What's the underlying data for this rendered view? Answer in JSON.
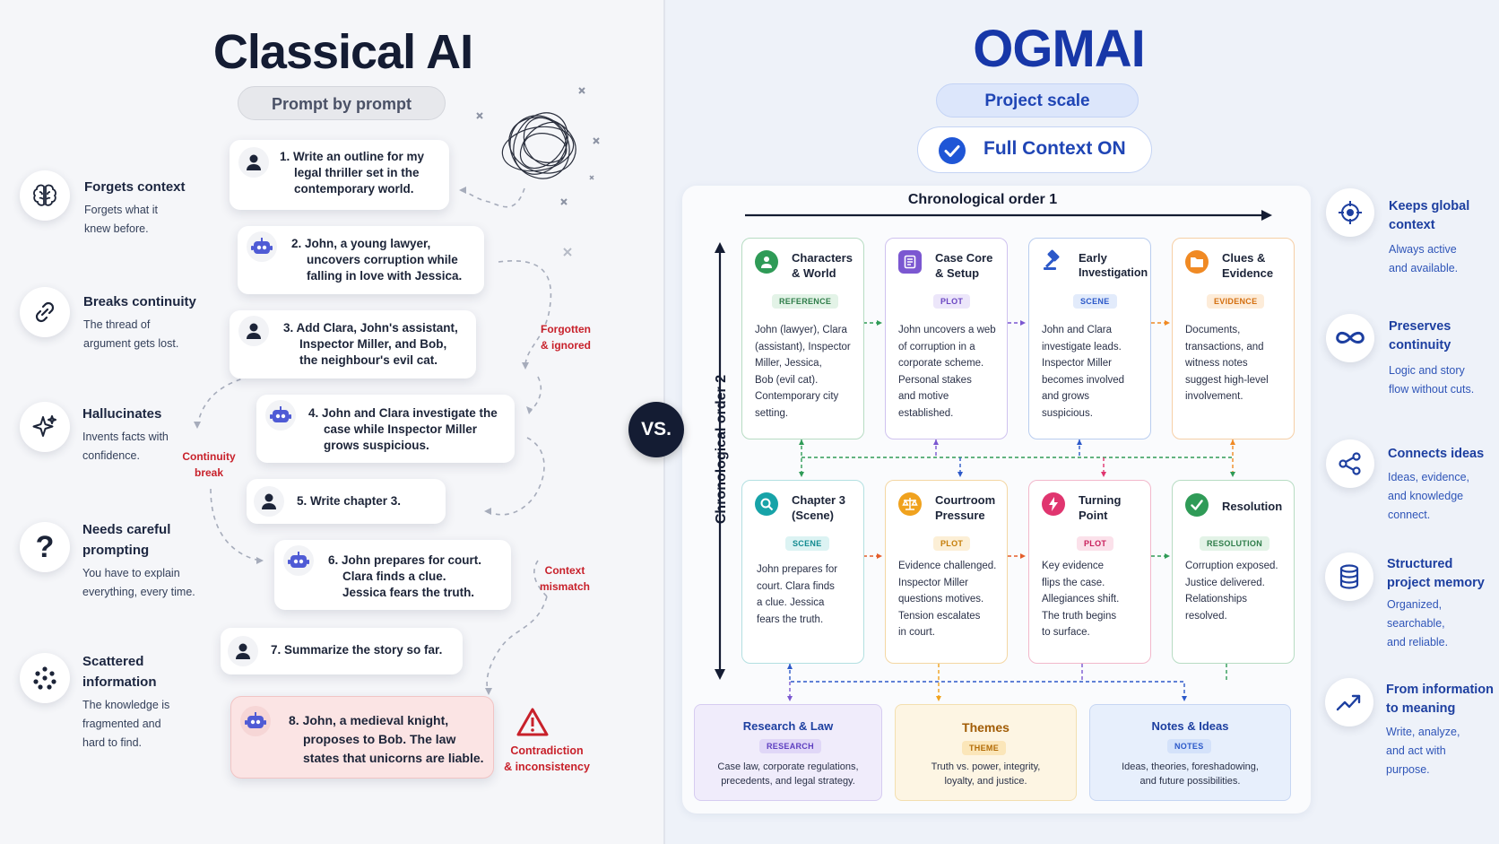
{
  "left": {
    "title": "Classical AI",
    "subtitle": "Prompt by prompt",
    "features": [
      {
        "title": "Forgets context",
        "desc1": "Forgets what it",
        "desc2": "knew before.",
        "icon": "brain-icon"
      },
      {
        "title": "Breaks continuity",
        "desc1": "The thread of",
        "desc2": "argument gets lost.",
        "icon": "broken-link-icon"
      },
      {
        "title": "Hallucinates",
        "desc1": "Invents facts with",
        "desc2": "confidence.",
        "icon": "sparkle-icon"
      },
      {
        "title1": "Needs careful",
        "title2": "prompting",
        "desc1": "You have to explain",
        "desc2": "everything, every time.",
        "icon": "question-icon"
      },
      {
        "title1": "Scattered",
        "title2": "information",
        "desc1": "The knowledge is",
        "desc2": "fragmented and",
        "desc3": "hard to find.",
        "icon": "scatter-icon"
      }
    ],
    "prompts": [
      {
        "l1": "1. Write an outline for my",
        "l2": "legal thriller set in the",
        "l3": "contemporary world.",
        "who": "user"
      },
      {
        "l1": "2. John, a young lawyer,",
        "l2": "uncovers corruption while",
        "l3": "falling in love with Jessica.",
        "who": "bot"
      },
      {
        "l1": "3. Add Clara, John's assistant,",
        "l2": "Inspector Miller, and Bob,",
        "l3": "the neighbour's evil cat.",
        "who": "user"
      },
      {
        "l1": "4. John and Clara investigate the",
        "l2": "case while Inspector Miller",
        "l3": "grows suspicious.",
        "who": "bot"
      },
      {
        "l1": "5. Write chapter 3.",
        "who": "user"
      },
      {
        "l1": "6. John prepares for court.",
        "l2": "Clara finds a clue.",
        "l3": "Jessica fears the truth.",
        "who": "bot"
      },
      {
        "l1": "7. Summarize the story so far.",
        "who": "user"
      },
      {
        "l1": "8. John, a medieval knight,",
        "l2": "proposes to Bob. The law",
        "l3": "states that unicorns are liable.",
        "who": "bot"
      }
    ],
    "notes": {
      "forgotten1": "Forgotten",
      "forgotten2": "& ignored",
      "continuity1": "Continuity",
      "continuity2": "break",
      "context1": "Context",
      "context2": "mismatch",
      "contradiction1": "Contradiction",
      "contradiction2": "& inconsistency"
    }
  },
  "vs": "VS.",
  "right": {
    "title": "OGMAI",
    "subtitle": "Project scale",
    "context_label": "Full Context ON",
    "axis_x": "Chronological order 1",
    "axis_y": "Chronological order 2",
    "cards_top": [
      {
        "t1": "Characters",
        "t2": "& World",
        "tag": "REFERENCE",
        "body": [
          "John (lawyer), Clara",
          "(assistant), Inspector",
          "Miller, Jessica,",
          "Bob (evil cat).",
          "Contemporary city",
          "setting."
        ],
        "icon": "person-icon",
        "color": "#2f9b57",
        "border": "#b7dcc3",
        "tagbg": "#e3f3e7"
      },
      {
        "t1": "Case Core",
        "t2": "& Setup",
        "tag": "PLOT",
        "body": [
          "John uncovers a web",
          "of corruption in a",
          "corporate scheme.",
          "Personal stakes",
          "and motive",
          "established."
        ],
        "icon": "document-icon",
        "color": "#7b57d1",
        "border": "#cfc2ef",
        "tagbg": "#ece6fa"
      },
      {
        "t1": "Early",
        "t2": "Investigation",
        "tag": "SCENE",
        "body": [
          "John and Clara",
          "investigate leads.",
          "Inspector Miller",
          "becomes involved",
          "and grows",
          "suspicious."
        ],
        "icon": "gavel-icon",
        "color": "#2c59c9",
        "border": "#b9cdef",
        "tagbg": "#e2ebfb"
      },
      {
        "t1": "Clues &",
        "t2": "Evidence",
        "tag": "EVIDENCE",
        "body": [
          "Documents,",
          "transactions, and",
          "witness notes",
          "suggest high-level",
          "involvement."
        ],
        "icon": "folder-icon",
        "color": "#f08a24",
        "border": "#f6cfa6",
        "tagbg": "#fdecd9"
      }
    ],
    "cards_bottom": [
      {
        "t1": "Chapter 3",
        "t2": "(Scene)",
        "tag": "SCENE",
        "body": [
          "John prepares for",
          "court. Clara finds",
          "a clue. Jessica",
          "fears the truth."
        ],
        "icon": "search-icon",
        "color": "#17a3a8",
        "border": "#b3e0e1",
        "tagbg": "#dcf3f3"
      },
      {
        "t1": "Courtroom",
        "t2": "Pressure",
        "tag": "PLOT",
        "body": [
          "Evidence challenged.",
          "Inspector Miller",
          "questions motives.",
          "Tension escalates",
          "in court."
        ],
        "icon": "scales-icon",
        "color": "#f0a21e",
        "border": "#f4d7a3",
        "tagbg": "#fcefd6"
      },
      {
        "t1": "Turning",
        "t2": "Point",
        "tag": "PLOT",
        "body": [
          "Key evidence",
          "flips the case.",
          "Allegiances shift.",
          "The truth begins",
          "to surface."
        ],
        "icon": "lightning-icon",
        "color": "#e0356f",
        "border": "#f2b8cb",
        "tagbg": "#fbe1ea"
      },
      {
        "t1": "Resolution",
        "t2": "",
        "tag": "RESOLUTION",
        "body": [
          "Corruption exposed.",
          "Justice delivered.",
          "Relationships",
          "resolved."
        ],
        "icon": "check-icon",
        "color": "#2f9b57",
        "border": "#b7dcc3",
        "tagbg": "#e3f3e7"
      }
    ],
    "bottom": [
      {
        "title": "Research & Law",
        "tag": "RESEARCH",
        "d1": "Case law, corporate regulations,",
        "d2": "precedents, and legal strategy."
      },
      {
        "title": "Themes",
        "tag": "THEME",
        "d1": "Truth vs. power, integrity,",
        "d2": "loyalty, and justice."
      },
      {
        "title": "Notes & Ideas",
        "tag": "NOTES",
        "d1": "Ideas, theories, foreshadowing,",
        "d2": "and future possibilities."
      }
    ],
    "features": [
      {
        "t1": "Keeps global",
        "t2": "context",
        "d1": "Always active",
        "d2": "and available.",
        "icon": "target-icon"
      },
      {
        "t1": "Preserves",
        "t2": "continuity",
        "d1": "Logic and story",
        "d2": "flow without cuts.",
        "icon": "infinity-icon"
      },
      {
        "t1": "Connects ideas",
        "d1": "Ideas, evidence,",
        "d2": "and knowledge",
        "d3": "connect.",
        "icon": "nodes-icon"
      },
      {
        "t1": "Structured",
        "t2": "project memory",
        "d1": "Organized,",
        "d2": "searchable,",
        "d3": "and reliable.",
        "icon": "database-icon"
      },
      {
        "t1": "From information",
        "t2": "to meaning",
        "d1": "Write, analyze,",
        "d2": "and act with",
        "d3": "purpose.",
        "icon": "trend-icon"
      }
    ]
  }
}
